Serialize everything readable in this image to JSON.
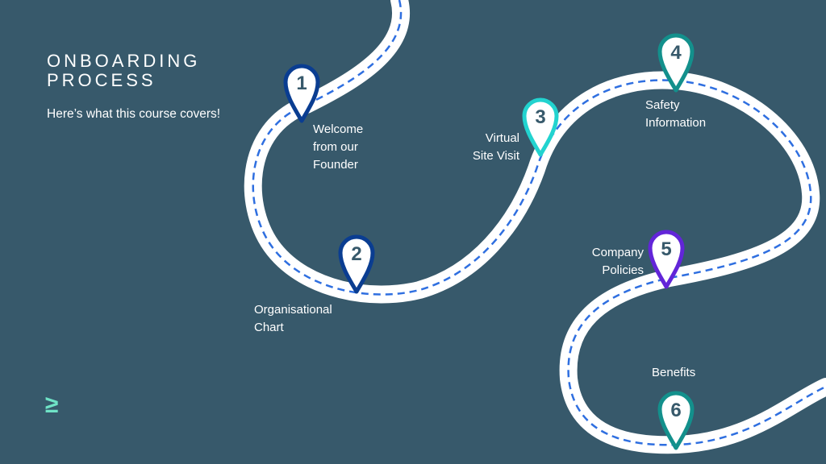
{
  "title": "ONBOARDING\nPROCESS",
  "subtitle": "Here’s what this course covers!",
  "logo_glyph": "≥",
  "steps": [
    {
      "number": "1",
      "label": "Welcome\nfrom our\nFounder",
      "color": "#0a3d91"
    },
    {
      "number": "2",
      "label": "Organisational\nChart",
      "color": "#0a3d91"
    },
    {
      "number": "3",
      "label": "Virtual\nSite Visit",
      "color": "#22d3cf"
    },
    {
      "number": "4",
      "label": "Safety\nInformation",
      "color": "#13908c"
    },
    {
      "number": "5",
      "label": "Company\nPolicies",
      "color": "#6225d8"
    },
    {
      "number": "6",
      "label": "Benefits",
      "color": "#13908c"
    }
  ],
  "colors": {
    "background": "#37596b",
    "road": "#ffffff",
    "road_dash": "#2f6fe0",
    "pin_text": "#37596b",
    "logo": "#6fe3c6"
  }
}
